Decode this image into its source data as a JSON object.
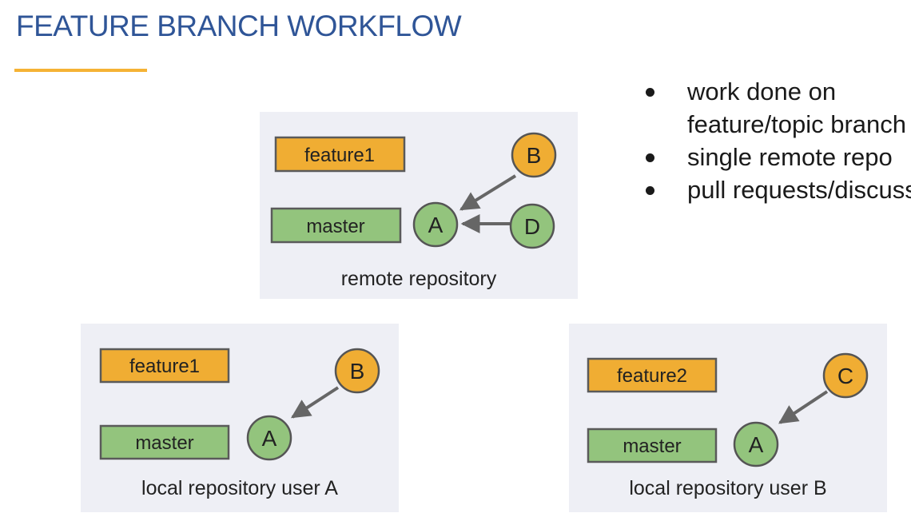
{
  "title": "FEATURE BRANCH WORKFLOW",
  "bullets": [
    {
      "line1": "work done on",
      "line2": "feature/topic branch"
    },
    {
      "line1": "single remote repo"
    },
    {
      "line1": "pull requests/discussion"
    }
  ],
  "colors": {
    "title": "#2f5597",
    "accent": "#f5b335",
    "branch_feature_fill": "#f0ad33",
    "branch_master_fill": "#93c47d",
    "panel_bg": "#eeeff5",
    "node_stroke": "#555555"
  },
  "panels": {
    "remote": {
      "caption": "remote repository",
      "branches": {
        "feature": "feature1",
        "master": "master"
      },
      "nodes": {
        "a": "A",
        "b": "B",
        "d": "D"
      }
    },
    "user_a": {
      "caption": "local repository user A",
      "branches": {
        "feature": "feature1",
        "master": "master"
      },
      "nodes": {
        "a": "A",
        "b": "B"
      }
    },
    "user_b": {
      "caption": "local repository user B",
      "branches": {
        "feature": "feature2",
        "master": "master"
      },
      "nodes": {
        "a": "A",
        "c": "C"
      }
    }
  }
}
